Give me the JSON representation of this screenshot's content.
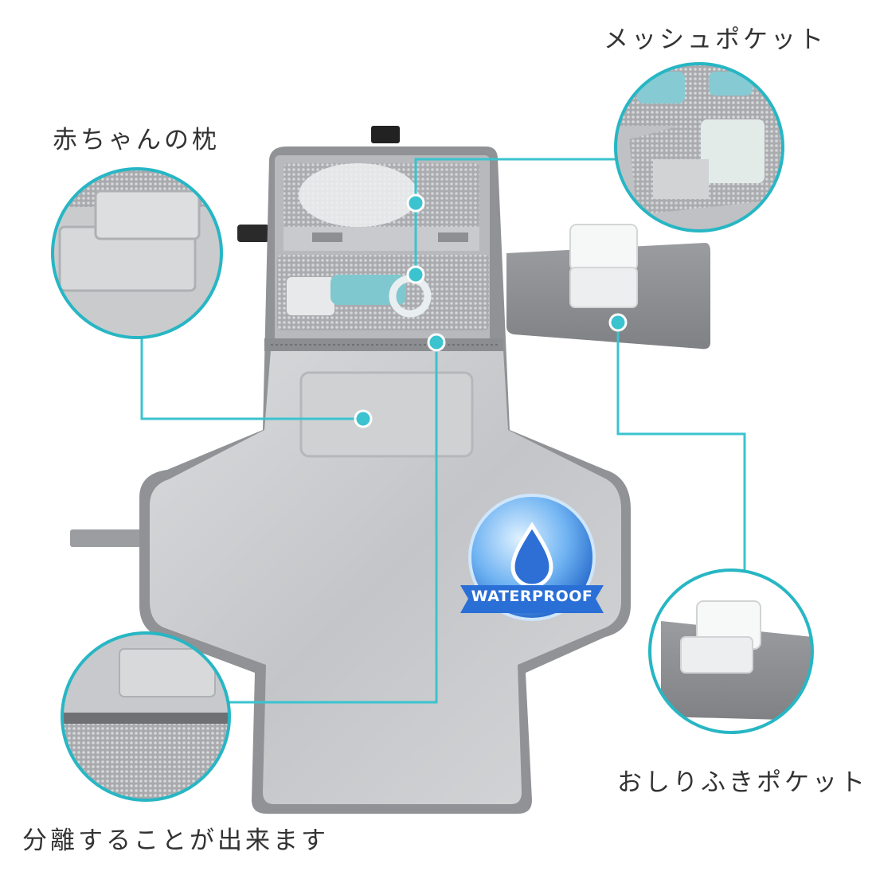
{
  "labels": {
    "mesh_pocket": "メッシュポケット",
    "baby_pillow": "赤ちゃんの枕",
    "wipes_pocket": "おしりふきポケット",
    "detachable": "分離することが出来ます"
  },
  "badge": {
    "text": "WATERPROOF",
    "icon": "water-drop-icon"
  },
  "colors": {
    "callout_line": "#3bc3cf",
    "callout_ring": "#27b6c4",
    "badge_blue": "#2a6fd6",
    "mat_silver": "#c9cbcd",
    "felt_gray": "#8e9094",
    "text": "#333333"
  },
  "icons": [
    "water-drop-icon",
    "callout-dot-icon"
  ]
}
